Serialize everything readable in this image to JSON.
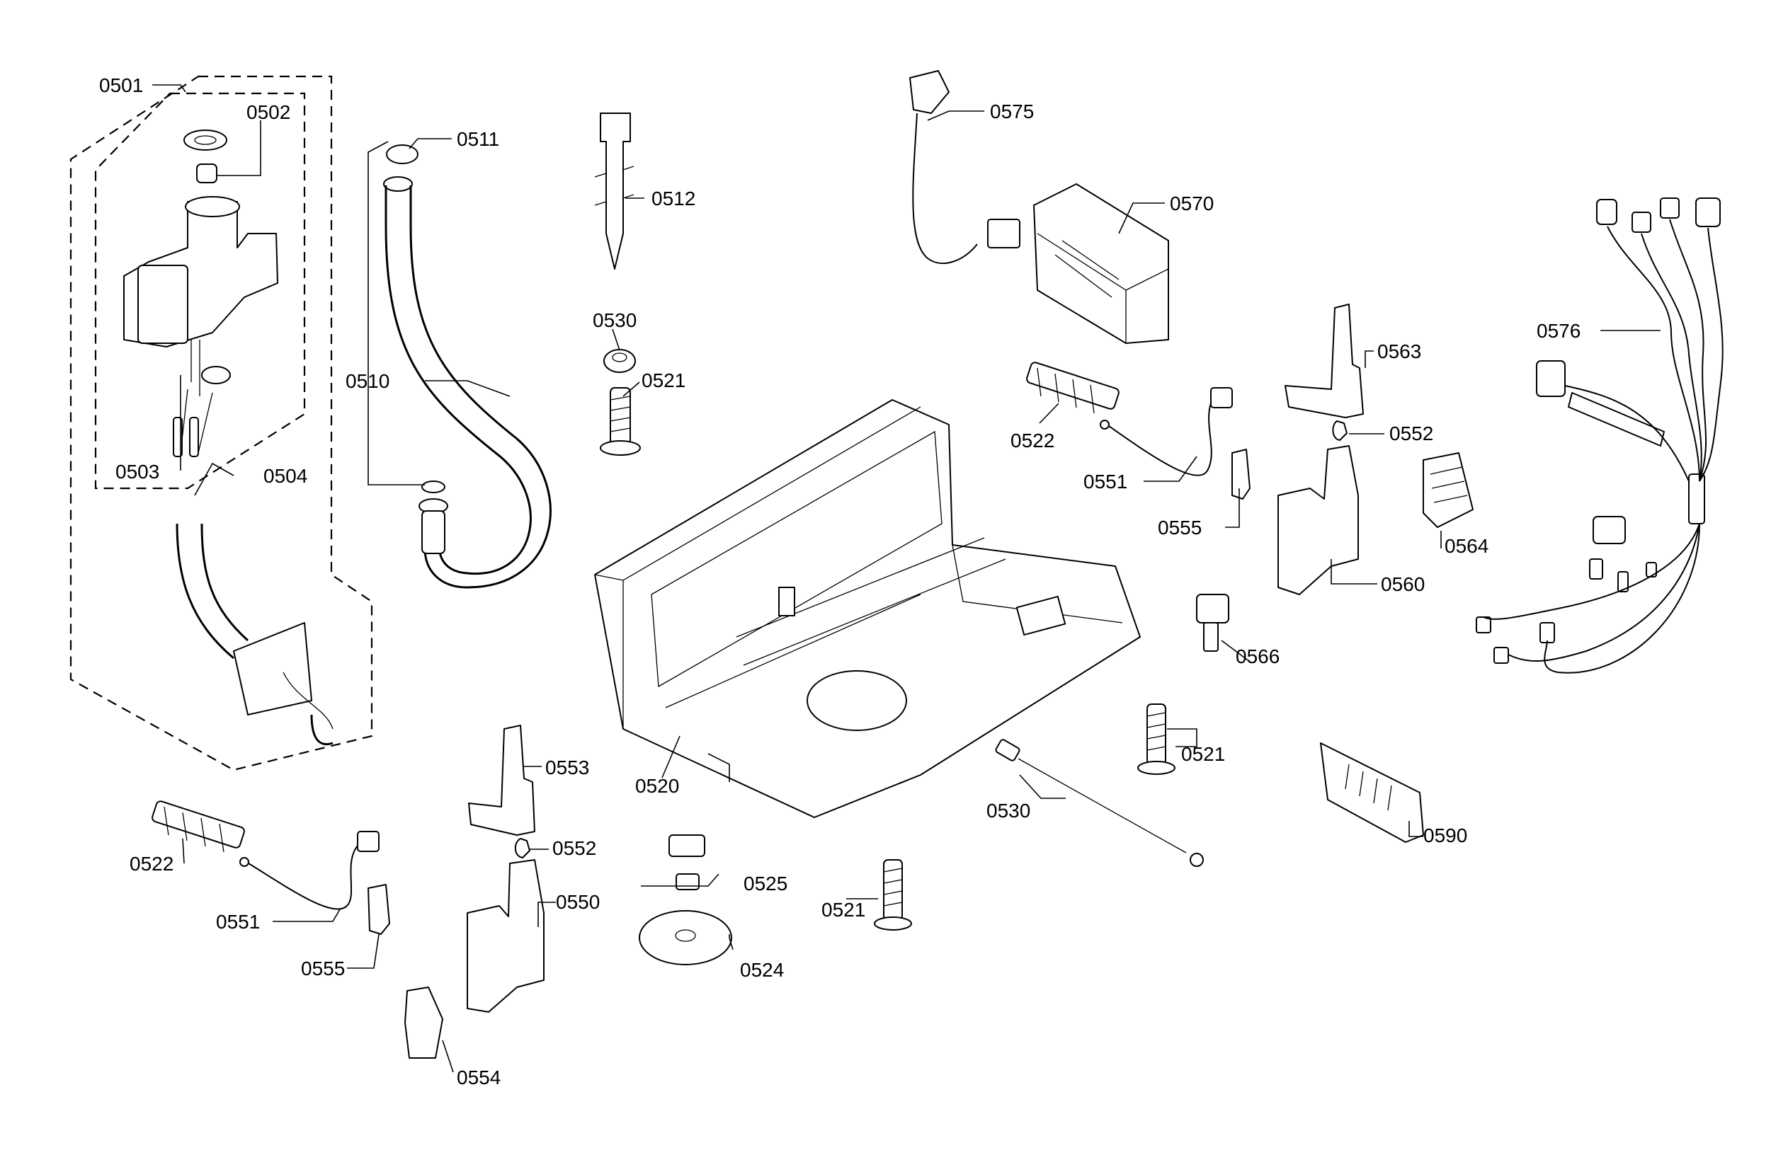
{
  "diagram": {
    "labels": {
      "l0501": "0501",
      "l0502": "0502",
      "l0503": "0503",
      "l0504": "0504",
      "l0510": "0510",
      "l0511": "0511",
      "l0512": "0512",
      "l0520": "0520",
      "l0521a": "0521",
      "l0521b": "0521",
      "l0521c": "0521",
      "l0522a": "0522",
      "l0522b": "0522",
      "l0524": "0524",
      "l0525": "0525",
      "l0530a": "0530",
      "l0530b": "0530",
      "l0550": "0550",
      "l0551a": "0551",
      "l0551b": "0551",
      "l0552a": "0552",
      "l0552b": "0552",
      "l0553": "0553",
      "l0554": "0554",
      "l0555a": "0555",
      "l0555b": "0555",
      "l0560": "0560",
      "l0563": "0563",
      "l0564": "0564",
      "l0566": "0566",
      "l0570": "0570",
      "l0575": "0575",
      "l0576": "0576",
      "l0590": "0590"
    }
  }
}
